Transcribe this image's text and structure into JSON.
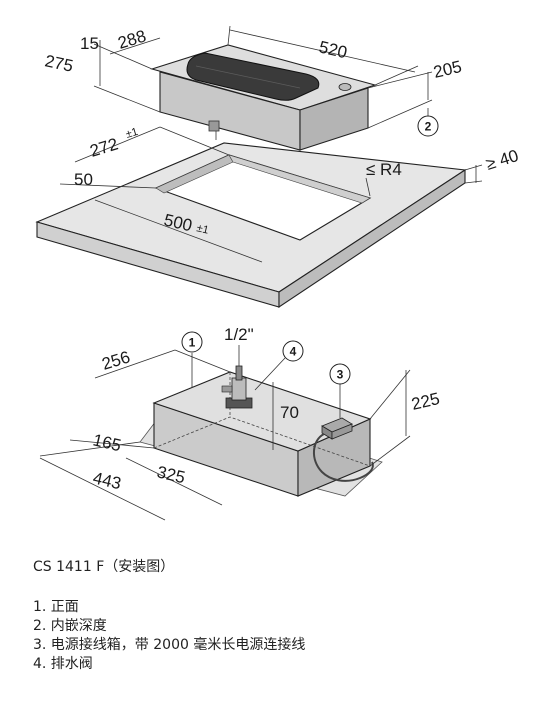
{
  "diagram": {
    "upper": {
      "dim_width": "520",
      "dim_depth": "288",
      "dim_lip": "15",
      "dim_height_back": "275",
      "dim_height_right": "205",
      "dim_cutout_depth": "272",
      "dim_cutout_depth_tol": "±1",
      "dim_edge": "50",
      "dim_cutout_width": "500",
      "dim_cutout_width_tol": "±1",
      "dim_radius": "≤ R4",
      "dim_worktop": "≥ 40",
      "callout_2": "2"
    },
    "lower": {
      "dim_thread": "1/2\"",
      "dim_256": "256",
      "dim_165": "165",
      "dim_443": "443",
      "dim_325": "325",
      "dim_70": "70",
      "dim_225": "225",
      "callout_1": "1",
      "callout_3": "3",
      "callout_4": "4"
    }
  },
  "caption": "CS 1411 F（安装图）",
  "legend": [
    "1. 正面",
    "2. 内嵌深度",
    "3. 电源接线箱，带 2000 毫米长电源连接线",
    "4. 排水阀"
  ],
  "colors": {
    "panel_top": "#e6e6e6",
    "panel_side": "#cfcfcf",
    "body_front": "#c8c8c8",
    "body_top": "#dedede",
    "basin_dark": "#3a3a3a"
  }
}
